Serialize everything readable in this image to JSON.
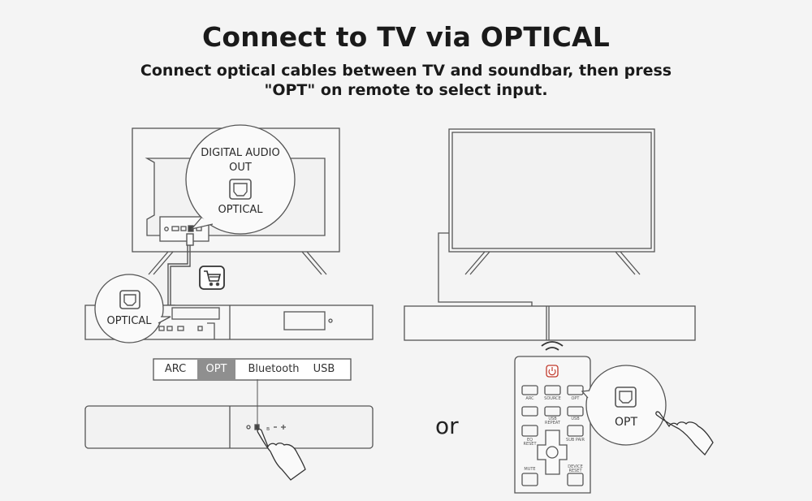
{
  "title": "Connect to TV via OPTICAL",
  "subtitle_line1": "Connect optical cables between TV and soundbar, then press",
  "subtitle_line2": "\"OPT\" on remote to select input.",
  "tv_callout": {
    "line1": "DIGITAL AUDIO",
    "line2": "OUT",
    "port_label": "OPTICAL"
  },
  "soundbar_callout": {
    "port_label": "OPTICAL"
  },
  "input_selector": {
    "options": [
      "ARC",
      "OPT",
      "Bluetooth",
      "USB"
    ],
    "selected": "OPT"
  },
  "or_label": "or",
  "remote_callout": {
    "label": "OPT"
  },
  "remote_keys": [
    "ARC",
    "SOURCE",
    "OPT",
    "USB",
    "USB REPEAT",
    "EQ RESET",
    "SUB PAIR",
    "MUTE",
    "DEVICE RESET"
  ],
  "colors": {
    "background": "#f4f4f4",
    "line": "#555555",
    "selected_segment": "#8f8f8f",
    "power_red": "#c0392b"
  },
  "icons": [
    "cart-icon",
    "optical-port-icon",
    "wireless-signal-icon",
    "power-icon",
    "pointing-hand-icon"
  ]
}
